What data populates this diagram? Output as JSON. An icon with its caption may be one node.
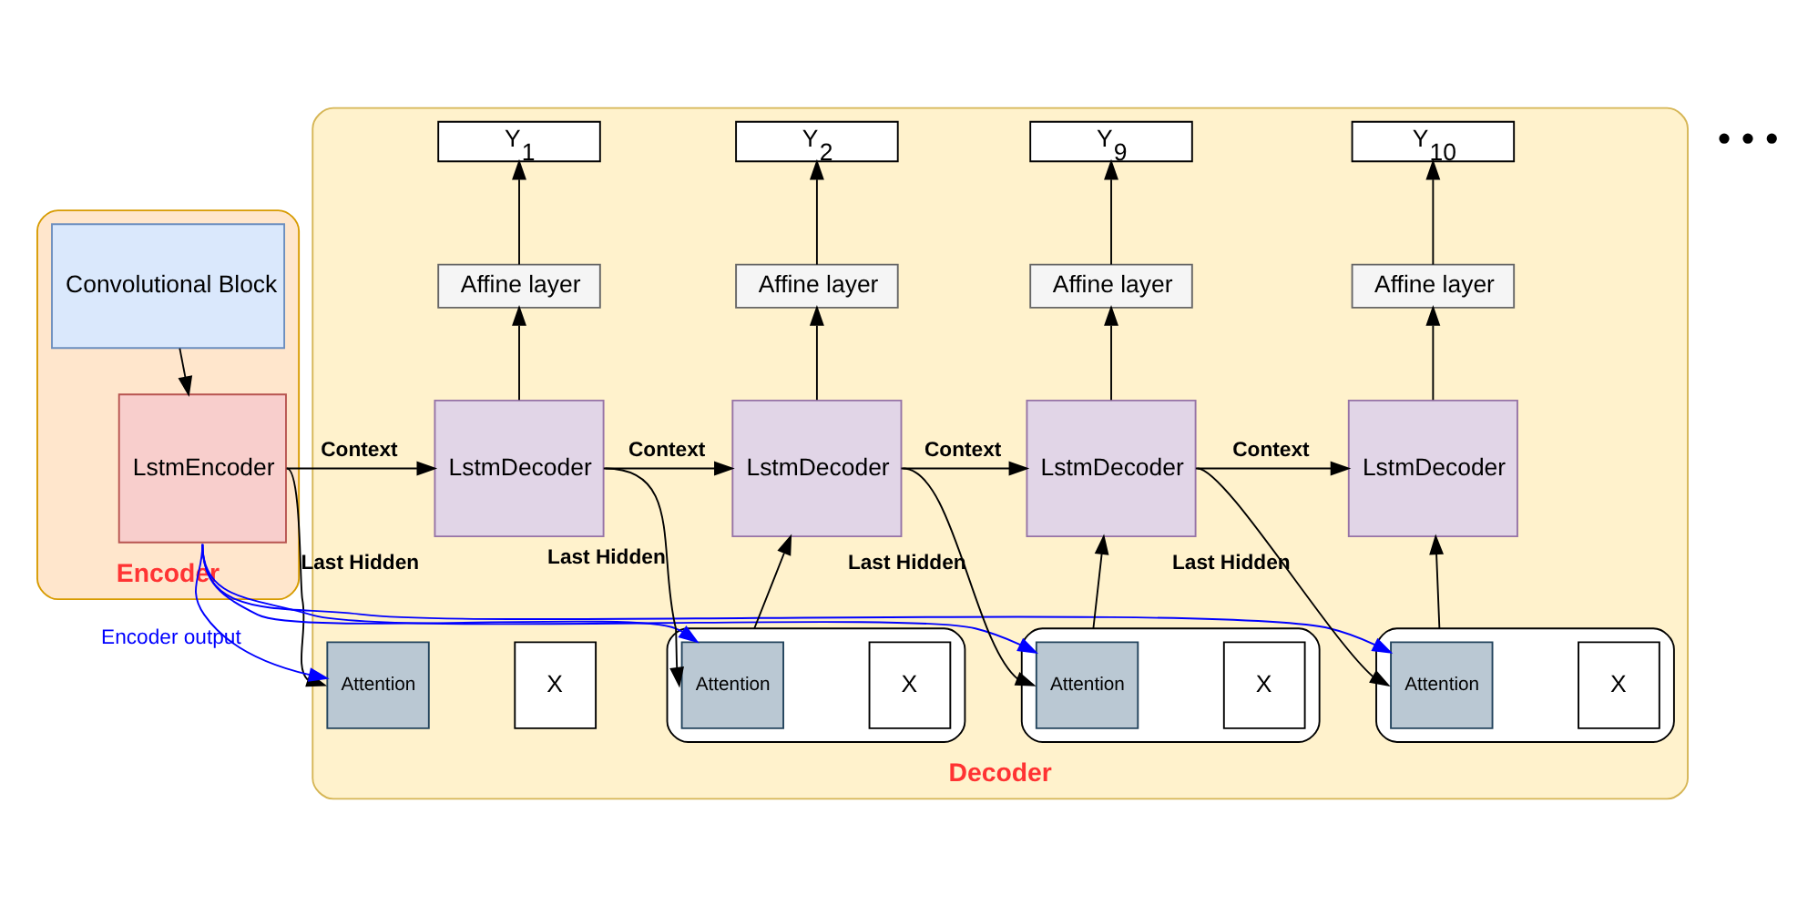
{
  "diagram": {
    "nodes": [
      {
        "text": [
          "Encoder"
        ]
      },
      {
        "text": [
          "Convolutional Block"
        ],
        "in": 0
      },
      {
        "text": [
          "LstmEncoder"
        ],
        "in": 0
      },
      {
        "text": [
          "Decoder"
        ]
      },
      {
        "text": [
          "Y$_{1}$"
        ],
        "in": 3
      },
      {
        "text": [
          "Affine layer"
        ],
        "in": 3
      },
      {
        "text": [
          "LstmDecoder"
        ],
        "in": 3
      },
      {
        "text": [
          "Attention"
        ],
        "in": 3
      },
      {
        "text": [
          "X"
        ],
        "in": 3
      },
      {
        "text": [
          "Y$_{2}$"
        ],
        "in": 3
      },
      {
        "text": [
          "Affine layer"
        ],
        "in": 3
      },
      {
        "text": [
          "LstmDecoder"
        ],
        "in": 3
      },
      {
        "text": [],
        "shape": "box",
        "in": 3
      },
      {
        "text": [
          "Attention"
        ],
        "in": 12
      },
      {
        "text": [
          "X"
        ],
        "in": 12
      },
      {
        "text": [
          "Y$_{9}$"
        ],
        "in": 3
      },
      {
        "text": [
          "Affine layer"
        ],
        "in": 3
      },
      {
        "text": [
          "LstmDecoder"
        ],
        "in": 3
      },
      {
        "text": [],
        "shape": "box",
        "in": 3
      },
      {
        "text": [
          "Attention"
        ],
        "in": 18
      },
      {
        "text": [
          "X"
        ],
        "in": 18
      },
      {
        "text": [
          "Y$_{10}$"
        ],
        "in": 3
      },
      {
        "text": [
          "Affine layer"
        ],
        "in": 3
      },
      {
        "text": [
          "LstmDecoder"
        ],
        "in": 3
      },
      {
        "text": [],
        "shape": "box",
        "in": 3
      },
      {
        "text": [
          "Attention"
        ],
        "in": 24
      },
      {
        "text": [
          "X"
        ],
        "in": 24
      }
    ],
    "edges": [
      {
        "from": 1,
        "to": 2,
        "arrow": "to"
      },
      {
        "from": 2,
        "to": 6,
        "arrow": "to",
        "label": "Context"
      },
      {
        "from": 2,
        "to": 7,
        "arrow": "to",
        "label": "Last Hidden"
      },
      {
        "from": 2,
        "to": 7,
        "arrow": "to",
        "label": "Encoder output",
        "color": "#0000ff"
      },
      {
        "from": 2,
        "to": 13,
        "arrow": "to",
        "color": "#0000ff"
      },
      {
        "from": 2,
        "to": 19,
        "arrow": "to",
        "color": "#0000ff"
      },
      {
        "from": 2,
        "to": 25,
        "arrow": "to",
        "color": "#0000ff"
      },
      {
        "from": 6,
        "to": 5,
        "arrow": "to"
      },
      {
        "from": 5,
        "to": 4,
        "arrow": "to"
      },
      {
        "from": 6,
        "to": 11,
        "arrow": "to",
        "label": "Context"
      },
      {
        "from": 6,
        "to": 13,
        "arrow": "to",
        "label": "Last Hidden"
      },
      {
        "from": 12,
        "to": 11,
        "arrow": "to"
      },
      {
        "from": 11,
        "to": 10,
        "arrow": "to"
      },
      {
        "from": 10,
        "to": 9,
        "arrow": "to"
      },
      {
        "from": 11,
        "to": 17,
        "arrow": "to",
        "label": "Context"
      },
      {
        "from": 11,
        "to": 19,
        "arrow": "to",
        "label": "Last Hidden"
      },
      {
        "from": 18,
        "to": 17,
        "arrow": "to"
      },
      {
        "from": 17,
        "to": 16,
        "arrow": "to"
      },
      {
        "from": 16,
        "to": 15,
        "arrow": "to"
      },
      {
        "from": 17,
        "to": 23,
        "arrow": "to",
        "label": "Context"
      },
      {
        "from": 17,
        "to": 25,
        "arrow": "to",
        "label": "Last Hidden"
      },
      {
        "from": 24,
        "to": 23,
        "arrow": "to"
      },
      {
        "from": 23,
        "to": 22,
        "arrow": "to"
      },
      {
        "from": 22,
        "to": 21,
        "arrow": "to"
      }
    ],
    "labels": [
      "• • •"
    ]
  }
}
